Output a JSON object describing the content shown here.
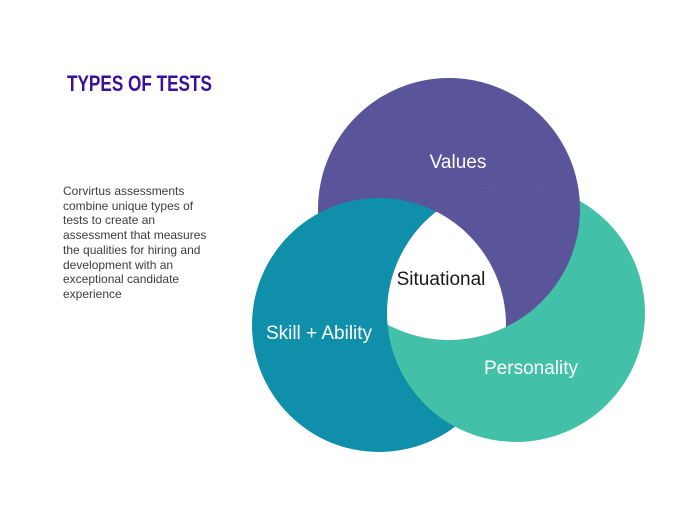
{
  "title": "TYPES OF TESTS",
  "title_color": "#39129B",
  "description": {
    "lines": [
      "Corvirtus assessments",
      "combine unique types of",
      "tests to create an",
      "assessment that measures",
      "the qualities for hiring and",
      "development with an",
      "exceptional candidate",
      "experience"
    ],
    "text_color": "#3C3C3C"
  },
  "venn": {
    "type": "venn-diagram",
    "center_label": "Situational",
    "center_background": "#FFFFFF",
    "center_text_color": "#1A1A1A",
    "label_text_color": "#FFFFFF",
    "circles": [
      {
        "label": "Values",
        "color": "#5A549B"
      },
      {
        "label": "Skill + Ability",
        "color": "#0F8FAA"
      },
      {
        "label": "Personality",
        "color": "#43C1A8"
      }
    ]
  }
}
